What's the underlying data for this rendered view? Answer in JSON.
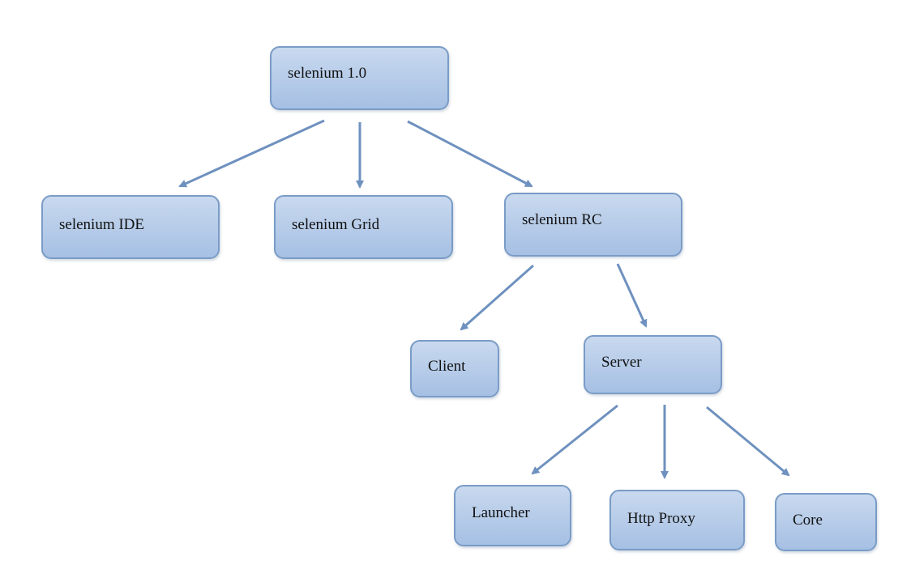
{
  "diagram": {
    "nodes": {
      "root": "selenium 1.0",
      "ide": "selenium IDE",
      "grid": "selenium Grid",
      "rc": "selenium RC",
      "client": "Client",
      "server": "Server",
      "launcher": "Launcher",
      "proxy": "Http Proxy",
      "core": "Core"
    },
    "edges": [
      {
        "from": "selenium 1.0",
        "to": "selenium IDE"
      },
      {
        "from": "selenium 1.0",
        "to": "selenium Grid"
      },
      {
        "from": "selenium 1.0",
        "to": "selenium RC"
      },
      {
        "from": "selenium RC",
        "to": "Client"
      },
      {
        "from": "selenium RC",
        "to": "Server"
      },
      {
        "from": "Server",
        "to": "Launcher"
      },
      {
        "from": "Server",
        "to": "Http Proxy"
      },
      {
        "from": "Server",
        "to": "Core"
      }
    ],
    "colors": {
      "node_fill": "#b5cbe8",
      "node_border": "#7a9cc6",
      "arrow": "#6f91bf"
    }
  }
}
